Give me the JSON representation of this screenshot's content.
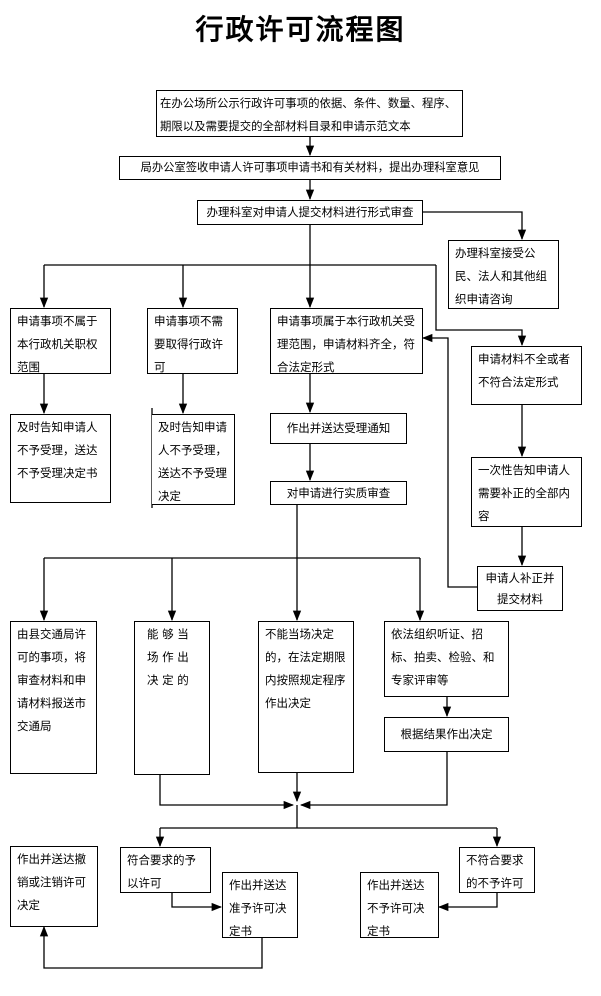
{
  "title": "行政许可流程图",
  "nodes": {
    "publicize": "在办公场所公示行政许可事项的依据、条件、数量、程序、期限以及需要提交的全部材料目录和申请示范文本",
    "receive": "局办公室签收申请人许可事项申请书和有关材料，提出办理科室意见",
    "formal_review": "办理科室对申请人提交材料进行形式审查",
    "consult": "办理科室接受公民、法人和其他组织申请咨询",
    "not_in_scope": "申请事项不属于本行政机关职权范围",
    "no_license_needed": "申请事项不需要取得行政许可",
    "in_scope": "申请事项属于本行政机关受理范围，申请材料齐全，符合法定形式",
    "incomplete": "申请材料不全或者不符合法定形式",
    "reject_notice_1": "及时告知申请人不予受理，送达不予受理决定书",
    "reject_notice_2": "及时告知申请人不予受理，送达不予受理决定",
    "accept_notice": "作出并送达受理通知",
    "one_time_notice": "一次性告知申请人需要补正的全部内容",
    "substantive_review": "对申请进行实质审查",
    "supplement": "申请人补正并提交材料",
    "county_city": "由县交通局许可的事项，将审查材料和申请材料报送市交通局",
    "on_spot": "能 够 当 场 作 出 决 定 的",
    "statutory_period": "不能当场决定的，在法定期限内按照规定程序作出决定",
    "hearing": "依法组织听证、招标、拍卖、检验、和专家评审等",
    "decide_by_result": "根据结果作出决定",
    "revoke": "作出并送达撤销或注销许可决定",
    "qualified": "符合要求的予以许可",
    "grant_decision": "作出并送达准予许可决定书",
    "deny_decision": "作出并送达不予许可决定书",
    "unqualified": "不符合要求的不予许可"
  }
}
